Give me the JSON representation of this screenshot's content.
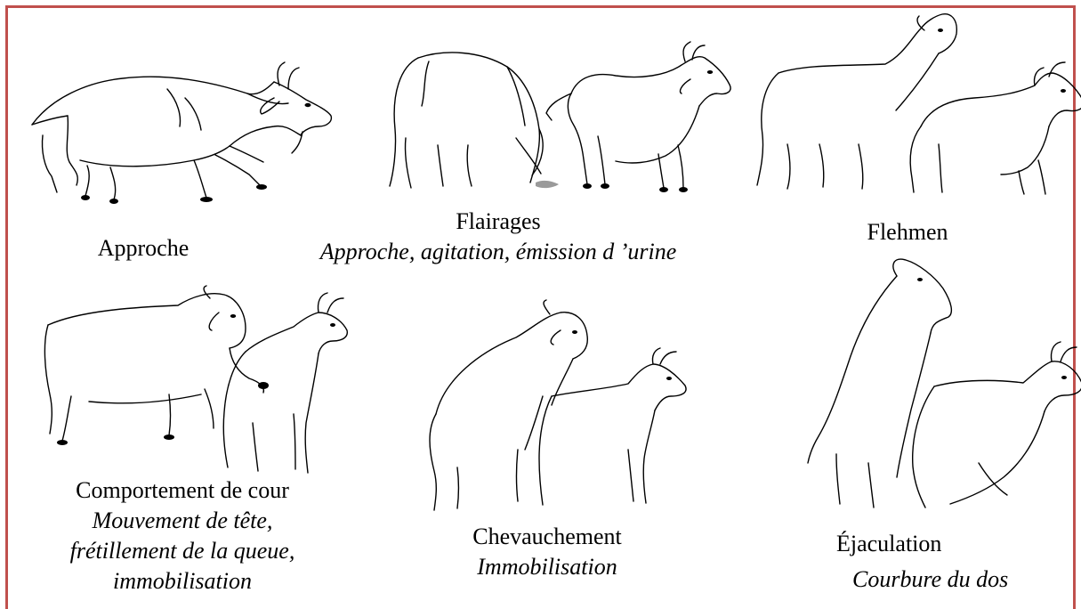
{
  "panels": [
    {
      "id": "approche",
      "title": "Approche",
      "subtitle": []
    },
    {
      "id": "flairages",
      "title": "Flairages",
      "subtitle": [
        "Approche, agitation, émission d ’urine"
      ]
    },
    {
      "id": "flehmen",
      "title": "Flehmen",
      "subtitle": []
    },
    {
      "id": "cour",
      "title": "Comportement de cour",
      "subtitle": [
        "Mouvement de tête,",
        "frétillement de la queue,",
        "immobilisation"
      ]
    },
    {
      "id": "chevauchement",
      "title": "Chevauchement",
      "subtitle": [
        "Immobilisation"
      ]
    },
    {
      "id": "ejaculation",
      "title": "Éjaculation",
      "subtitle": [
        "Courbure du dos"
      ]
    }
  ],
  "colors": {
    "frame": "#c0504d",
    "urine": "#9a9a9a"
  },
  "icons": [
    "goat-illustration"
  ]
}
